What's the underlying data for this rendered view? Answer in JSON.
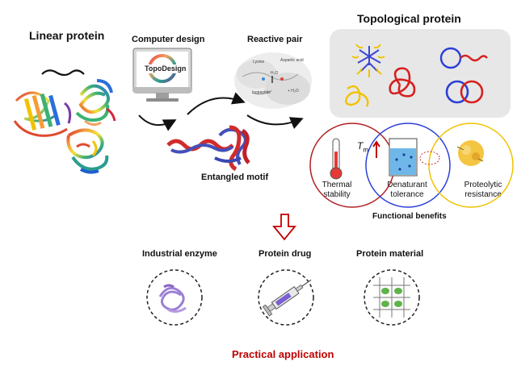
{
  "title_linear": "Linear protein",
  "title_computer": "Computer design",
  "logo_text": "TopoDesign",
  "title_reactive": "Reactive pair",
  "reactive_annotations": [
    "Lysine",
    "Aspartic acid",
    "H₂O",
    "Isopeptide",
    "+ H₂O"
  ],
  "title_topological": "Topological protein",
  "title_entangled": "Entangled motif",
  "benefits": {
    "thermal": [
      "Thermal",
      "stability"
    ],
    "tm_symbol": "T",
    "tm_sub": "m",
    "denaturant": [
      "Denaturant",
      "tolerance"
    ],
    "proteolytic": [
      "Proteolytic",
      "resistance"
    ],
    "caption": "Functional benefits"
  },
  "applications": {
    "industrial": "Industrial enzyme",
    "drug": "Protein drug",
    "material": "Protein material"
  },
  "practical": "Practical application",
  "colors": {
    "accent_red": "#c00000",
    "ring_blue": "#2b3fd6",
    "ring_yellow": "#f2c200",
    "gray_panel": "#e7e7e7"
  }
}
